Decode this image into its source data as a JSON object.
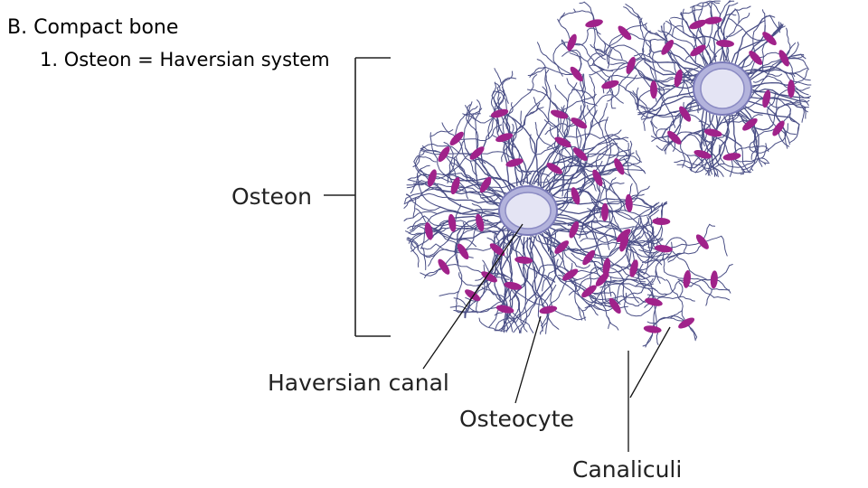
{
  "heading": {
    "title": "B. Compact bone",
    "subtitle": "1. Osteon = Haversian system"
  },
  "labels": {
    "osteon": "Osteon",
    "haversian_canal": "Haversian canal",
    "osteocyte": "Osteocyte",
    "canaliculi": "Canaliculi"
  },
  "colors": {
    "canaliculi": "#4a4f86",
    "osteocyte": "#a0228a",
    "canal_fill": "#e4e4f4",
    "canal_ring": "#9a9ad0",
    "leader": "#111111"
  }
}
